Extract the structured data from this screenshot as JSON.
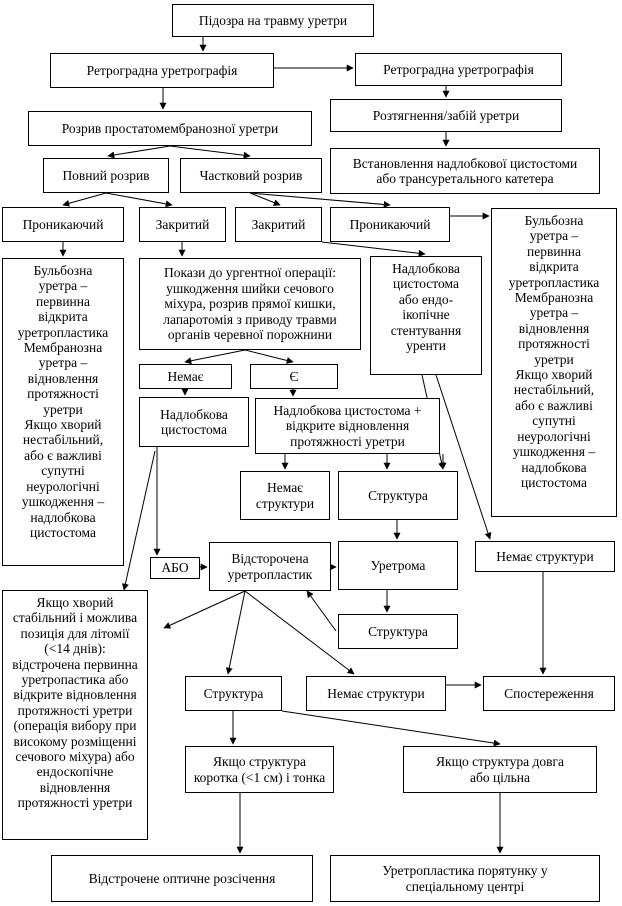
{
  "nodes": {
    "suspicion": "Підозра на травму уретри",
    "retro_left": "Ретроградна уретрографія",
    "retro_right": "Ретроградна уретрографія",
    "stretch": "Розтягнення/забій уретри",
    "cysto_install": "Встановлення надлобкової цистостоми\nабо трансуретального катетера",
    "rupture": "Розрив простатомембранозної уретри",
    "full": "Повний розрив",
    "partial": "Частковий  розрив",
    "pen_left": "Проникаючий",
    "closed_left": "Закритий",
    "closed_right": "Закритий",
    "pen_right": "Проникаючий",
    "bulb_left": "Бульбозна\nуретра –\nпервинна\nвідкрита\nуретропластика\nМембранозна\nуретра –\nвідновлення\nпротяжності\nуретри\nЯкщо хворий\nнестабільний,\nабо є важливі\nсупутні\nнеурологічні\nушкодження –\nнадлобкова\nцистостома",
    "indications": "Покази до ургентної операції:\nушкодження шийки сечового\nміхура, розрив прямої кишки,\nлапаротомія з приводу травми\nорганів черевної порожнини",
    "suprapubic_endo": "Надлобкова\nцистостома\nабо ендо-\nікопічне\nстентування\nуренти",
    "bulb_right": "Бульбозна\nуретра –\nпервинна\nвідкрита\nуретропластика\nМембранозна\nуретра –\nвідновлення\nпротяжності\nуретри\nЯкщо хворий\nнестабільний,\nабо є важливі\nсупутні\nнеурологічні\nушкодження –\nнадлобкова\nцистостома",
    "none": "Немає",
    "yes": "Є",
    "suprapubic": "Надлобкова\nцистостома",
    "suprapubic_open": "Надлобкова цистостома +\nвідкрите відновлення\nпротяжності уретри",
    "no_stricture_small": "Немає\nструктури",
    "stricture_mid": "Структура",
    "stable_patient": "Якщо хворий\nстабільний і можлива\nпозиція для літомії\n(<14 днів):\nвідстрочена первинна\nуретропастика або\nвідкрите відновлення\nпротяжності уретри\n(операція вибору при\nвисокому розміщенні\nсечового міхура) або\nендоскопічне\nвідновлення\nпротяжності уретри",
    "or": "АБО",
    "delayed": "Відсторочена\nуретропластик",
    "urethroma": "Уретрома",
    "no_stricture_right": "Немає структури",
    "stricture_low": "Структура",
    "stricture_bottom": "Структура",
    "no_stricture_bottom": "Немає структури",
    "observation": "Спостереження",
    "short": "Якщо структура\nкоротка (<1 см) і тонка",
    "long": "Якщо структура довга\nабо цільна",
    "optical": "Відстрочене оптичне розсічення",
    "rescue": "Уретропластика порятунку у\nспеціальному центрі"
  }
}
